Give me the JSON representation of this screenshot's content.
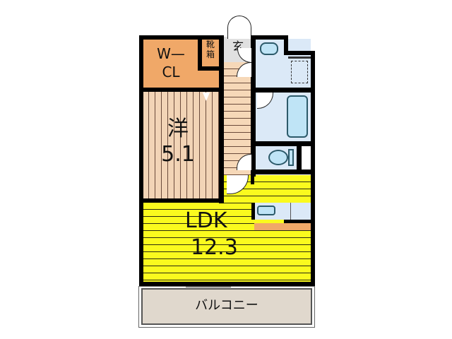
{
  "floorplan": {
    "rooms": {
      "walk_in_closet": {
        "label_line1": "W—",
        "label_line2": "CL"
      },
      "shoe_box": {
        "label_line1": "靴",
        "label_line2": "箱"
      },
      "entrance": {
        "label": "玄"
      },
      "western_room": {
        "label": "洋",
        "size": "5.1"
      },
      "ldk": {
        "label": "LDK",
        "size": "12.3"
      },
      "balcony": {
        "label": "バルコニー"
      }
    },
    "fixtures": [
      "washbasin",
      "washing-machine-space",
      "bathtub",
      "toilet",
      "kitchen-sink",
      "kitchen-counter"
    ],
    "colors": {
      "closet": "#f0a868",
      "wood_floor": "#f2d4b6",
      "ldk_floor": "#fafa1e",
      "wet_area": "#dbe9f7",
      "balcony": "#e0d8cd",
      "wall": "#000000"
    }
  }
}
